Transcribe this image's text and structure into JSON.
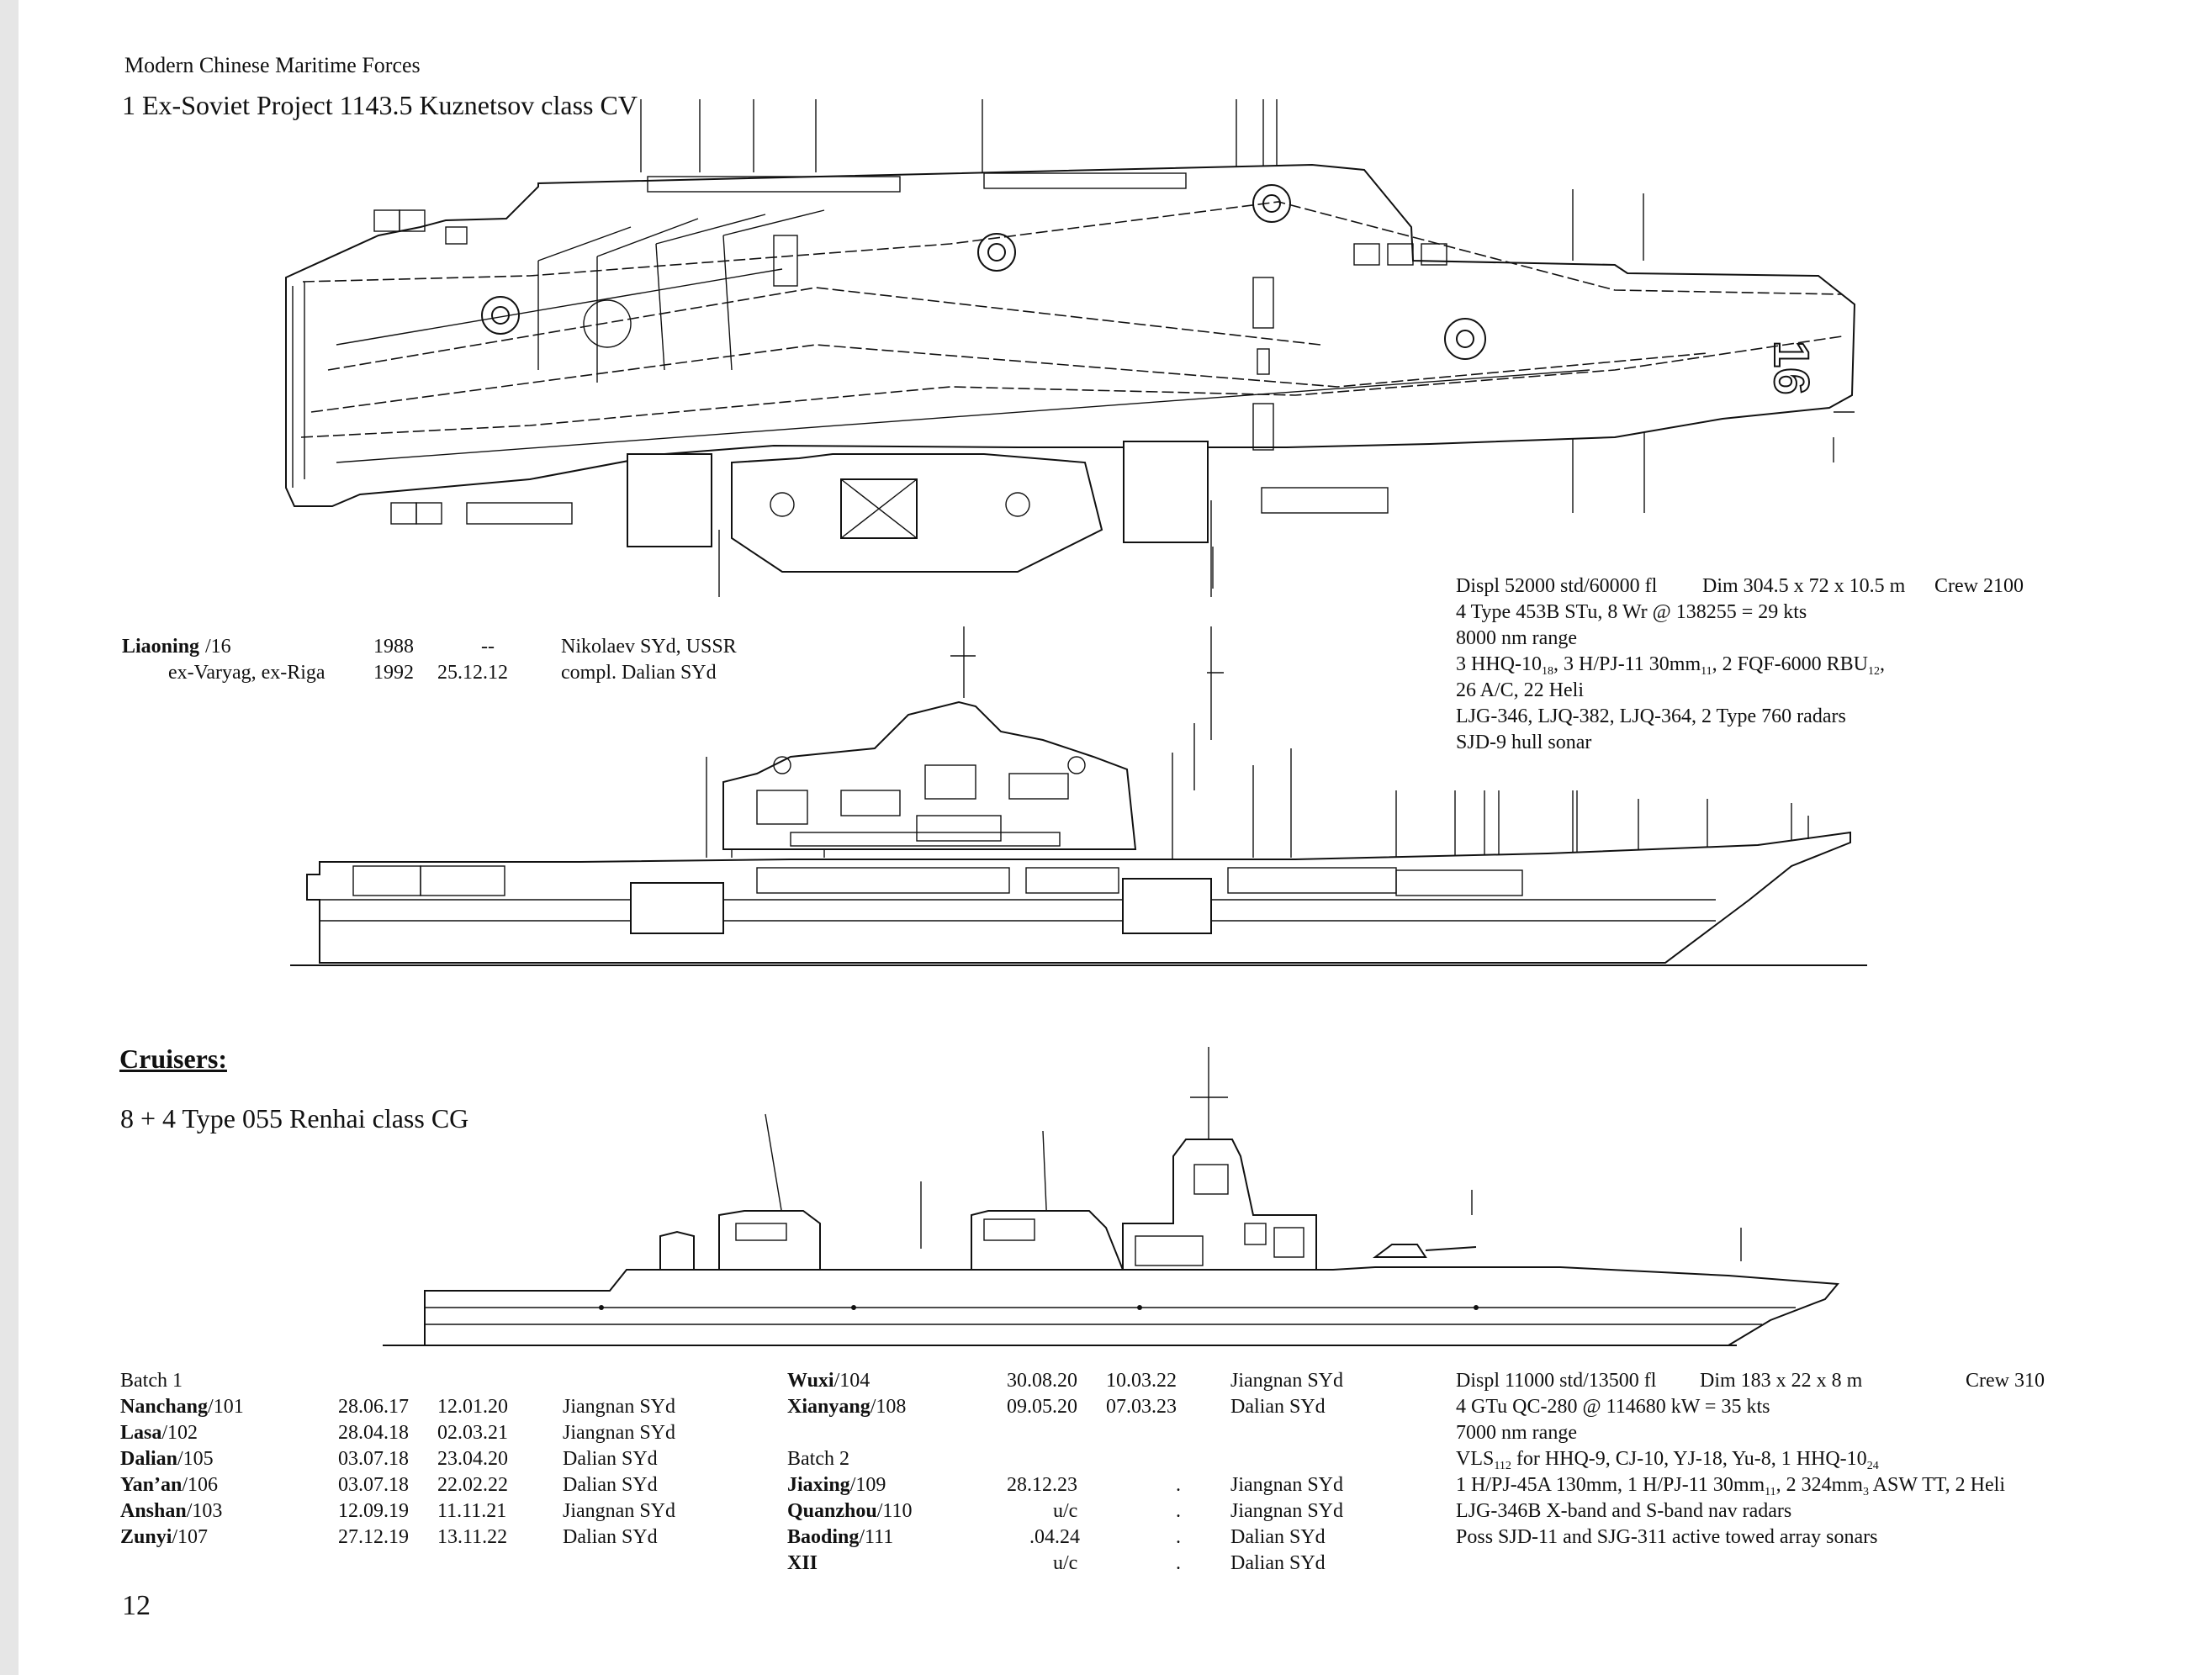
{
  "header": {
    "title": "Modern Chinese Maritime Forces",
    "page_number": "12"
  },
  "carrier": {
    "heading": "1 Ex-Soviet Project 1143.5 Kuznetsov class CV",
    "hull_number": "16",
    "ships": [
      {
        "name": "Liaoning",
        "pennant": "/16",
        "d1": "1988",
        "d2": "--",
        "yard": "Nikolaev SYd, USSR"
      },
      {
        "name": "ex-Varyag, ex-Riga",
        "pennant": "",
        "d1": "1992",
        "d2": "25.12.12",
        "yard": "compl. Dalian SYd"
      }
    ],
    "specs": {
      "line1a": "Displ 52000 std/60000 fl",
      "line1b": "Dim 304.5 x 72 x 10.5 m",
      "line1c": "Crew 2100",
      "line2": "4 Type 453B STu, 8 Wr @ 138255 = 29 kts",
      "line3": "8000 nm range",
      "line4a": "3 HHQ-10",
      "line4a_sub": "18",
      "line4b": ", 3 H/PJ-11 30mm",
      "line4b_sub": "11",
      "line4c": ", 2 FQF-6000 RBU",
      "line4c_sub": "12",
      "line4d": ",",
      "line5": "26 A/C, 22 Heli",
      "line6": "LJG-346, LJQ-382, LJQ-364, 2 Type 760 radars",
      "line7": "SJD-9 hull sonar"
    }
  },
  "cruisers": {
    "section_title": "Cruisers:",
    "heading": "8 + 4 Type 055 Renhai class CG",
    "batch1_label": "Batch 1",
    "batch2_label": "Batch 2",
    "batch1": [
      {
        "name": "Nanchang",
        "pennant": "/101",
        "d1": "28.06.17",
        "d2": "12.01.20",
        "yard": "Jiangnan SYd"
      },
      {
        "name": "Lasa",
        "pennant": "/102",
        "d1": "28.04.18",
        "d2": "02.03.21",
        "yard": "Jiangnan SYd"
      },
      {
        "name": "Dalian",
        "pennant": "/105",
        "d1": "03.07.18",
        "d2": "23.04.20",
        "yard": "Dalian SYd"
      },
      {
        "name": "Yan’an",
        "pennant": "/106",
        "d1": "03.07.18",
        "d2": "22.02.22",
        "yard": "Dalian SYd"
      },
      {
        "name": "Anshan",
        "pennant": "/103",
        "d1": "12.09.19",
        "d2": "11.11.21",
        "yard": "Jiangnan SYd"
      },
      {
        "name": "Zunyi",
        "pennant": "/107",
        "d1": "27.12.19",
        "d2": "13.11.22",
        "yard": "Dalian SYd"
      }
    ],
    "batch1_cont": [
      {
        "name": "Wuxi",
        "pennant": "/104",
        "d1": "30.08.20",
        "d2": "10.03.22",
        "yard": "Jiangnan SYd"
      },
      {
        "name": "Xianyang",
        "pennant": "/108",
        "d1": "09.05.20",
        "d2": "07.03.23",
        "yard": "Dalian SYd"
      }
    ],
    "batch2": [
      {
        "name": "Jiaxing",
        "pennant": "/109",
        "d1": "28.12.23",
        "d2": ".",
        "yard": "Jiangnan SYd"
      },
      {
        "name": "Quanzhou",
        "pennant": "/110",
        "d1": "u/c",
        "d2": ".",
        "yard": "Jiangnan SYd"
      },
      {
        "name": "Baoding",
        "pennant": "/111",
        "d1": ".04.24",
        "d2": ".",
        "yard": "Dalian SYd"
      },
      {
        "name": "XII",
        "pennant": "",
        "d1": "u/c",
        "d2": ".",
        "yard": "Dalian SYd"
      }
    ],
    "specs": {
      "line1a": "Displ 11000 std/13500 fl",
      "line1b": "Dim 183 x 22 x 8 m",
      "line1c": "Crew 310",
      "line2": "4 GTu QC-280 @ 114680 kW = 35 kts",
      "line3": "7000 nm range",
      "line4a": "VLS",
      "line4a_sub": "112",
      "line4b": " for HHQ-9, CJ-10, YJ-18, Yu-8, 1 HHQ-10",
      "line4b_sub": "24",
      "line5a": "1 H/PJ-45A 130mm, 1 H/PJ-11 30mm",
      "line5a_sub": "11",
      "line5b": ", 2 324mm",
      "line5b_sub": "3",
      "line5c": " ASW TT, 2 Heli",
      "line6": "LJG-346B X-band and S-band nav radars",
      "line7": "Poss SJD-11 and SJG-311 active towed array sonars"
    }
  }
}
